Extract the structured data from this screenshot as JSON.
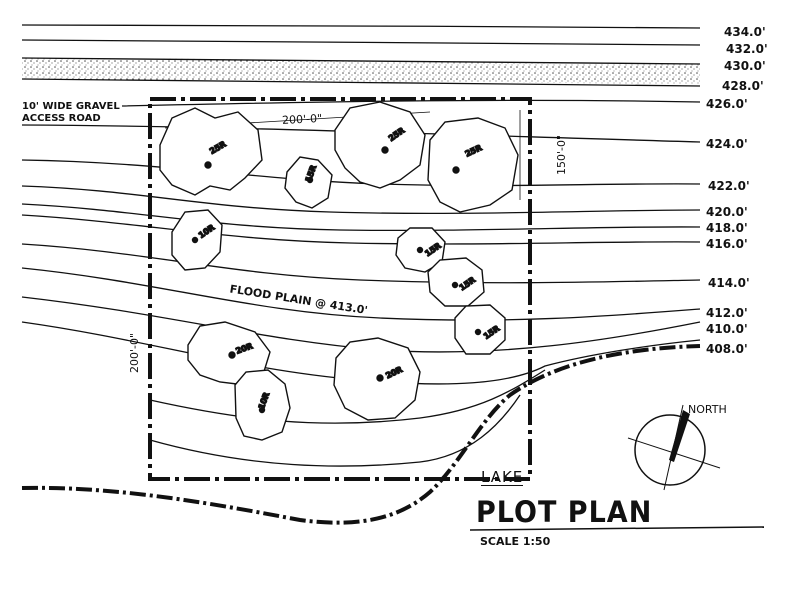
{
  "title": "PLOT PLAN",
  "scale_label": "SCALE 1:50",
  "lake_label": "LAKE",
  "road_label": [
    "10' WIDE GRAVEL",
    "ACCESS ROAD"
  ],
  "flood_plain_label": "FLOOD PLAIN @ 413.0'",
  "north_label": "NORTH",
  "dimensions": {
    "top": "200'-0\"",
    "right": "150'-0\"",
    "left": "200'-0\""
  },
  "contours": [
    {
      "elev": "434.0'"
    },
    {
      "elev": "432.0'"
    },
    {
      "elev": "430.0'"
    },
    {
      "elev": "428.0'"
    },
    {
      "elev": "426.0'"
    },
    {
      "elev": "424.0'"
    },
    {
      "elev": "422.0'"
    },
    {
      "elev": "420.0'"
    },
    {
      "elev": "418.0'"
    },
    {
      "elev": "416.0'"
    },
    {
      "elev": "414.0'"
    },
    {
      "elev": "412.0'"
    },
    {
      "elev": "410.0'"
    },
    {
      "elev": "408.0'"
    }
  ],
  "trees": [
    {
      "label": "25R"
    },
    {
      "label": "15R"
    },
    {
      "label": "25R"
    },
    {
      "label": "25R"
    },
    {
      "label": "10R"
    },
    {
      "label": "15R"
    },
    {
      "label": "15R"
    },
    {
      "label": "15R"
    },
    {
      "label": "20R"
    },
    {
      "label": "10R"
    },
    {
      "label": "20R"
    }
  ]
}
